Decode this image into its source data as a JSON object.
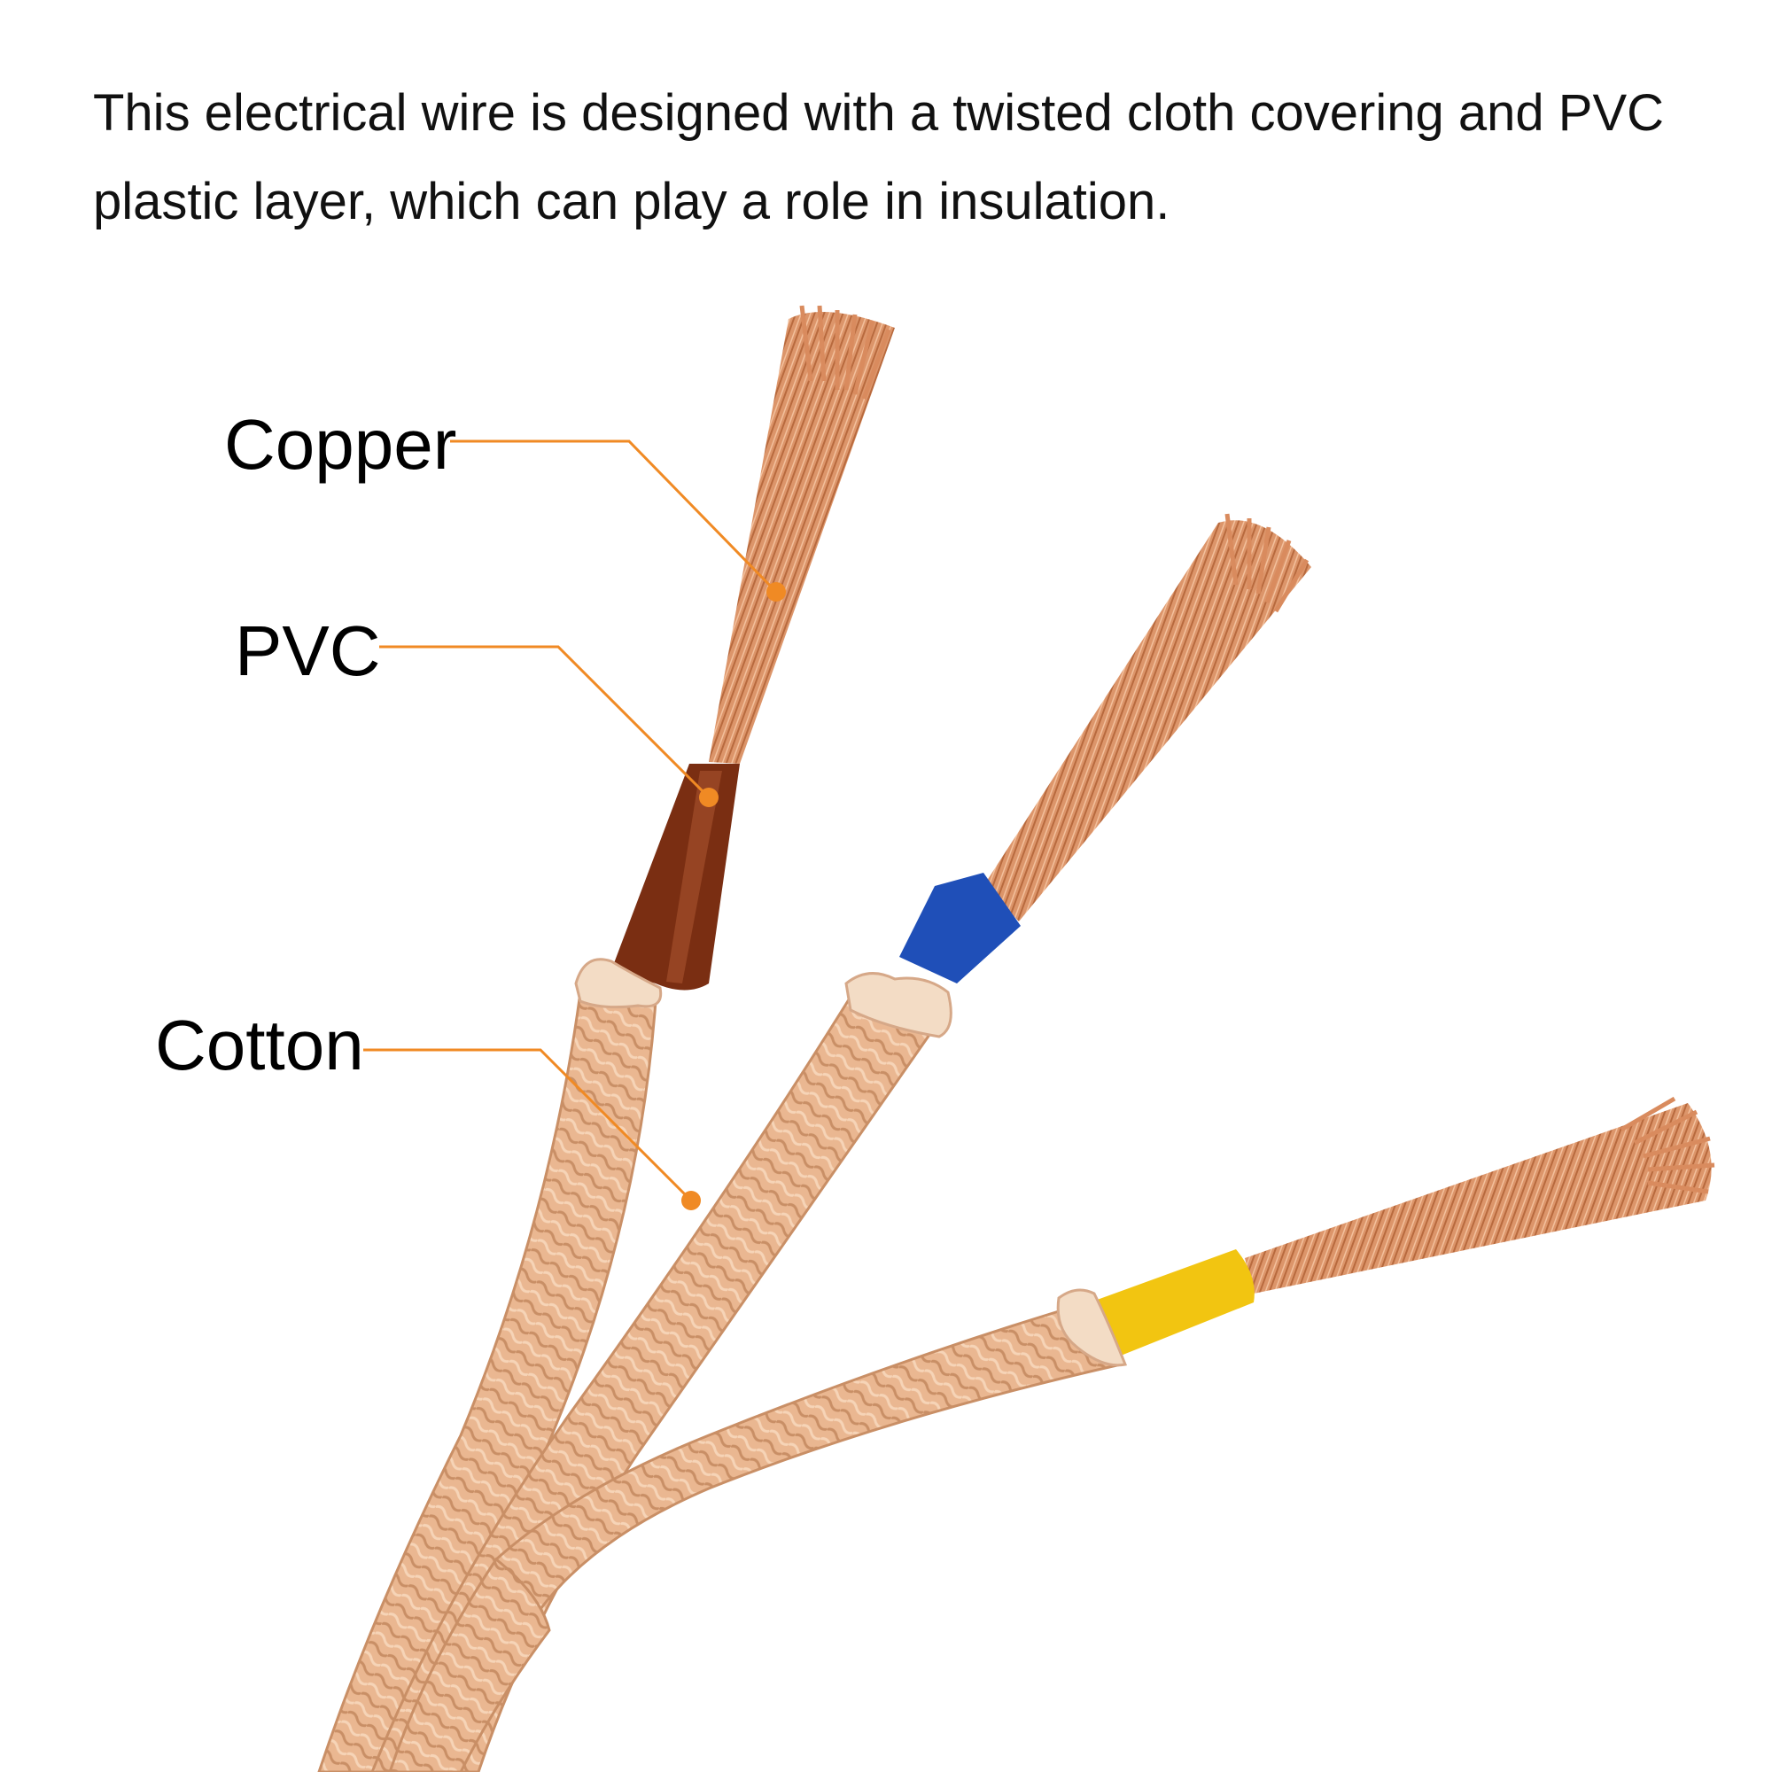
{
  "description": "This electrical wire is designed with a twisted cloth covering and PVC plastic layer, which can play a role in insulation.",
  "labels": {
    "copper": "Copper",
    "pvc": "PVC",
    "cotton": "Cotton"
  },
  "colors": {
    "callout": "#f08a24",
    "cotton_braid": "#e9b48e",
    "copper": "#d98b5e",
    "pvc_brown": "#7a2e12",
    "pvc_blue": "#1f4fb8",
    "pvc_yellow": "#f2c511"
  }
}
